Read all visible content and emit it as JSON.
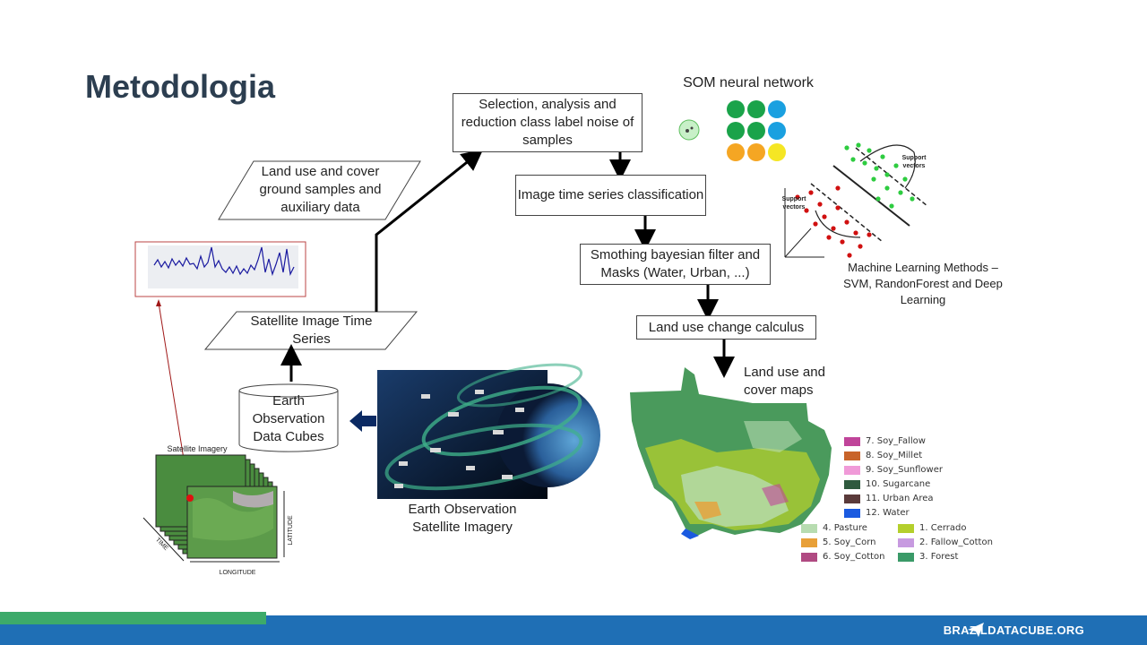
{
  "slide": {
    "title": "Metodologia"
  },
  "boxes": {
    "selection": "Selection, analysis and reduction class label noise of samples",
    "classification": "Image time series classification",
    "smoothing": "Smothing bayesian filter and Masks (Water, Urban, ...)",
    "change": "Land use change calculus",
    "ground_samples": "Land use and cover ground samples and auxiliary data",
    "satellite_ts": "Satellite Image Time Series",
    "cubes": "Earth Observation Data Cubes"
  },
  "labels": {
    "som": "SOM neural network",
    "ml": "Machine Learning Methods – SVM, RandonForest and Deep Learning",
    "maps": "Land use and cover maps",
    "eo_imagery": "Earth Observation Satellite Imagery",
    "satellite_imagery": "Satellite Imagery",
    "time_axis": "TIME",
    "latitude_axis": "LATITUDE",
    "longitude_axis": "LONGITUDE",
    "support_vectors_top": "Support vectors",
    "support_vectors_left": "Support vectors"
  },
  "legend": [
    {
      "label": "7. Soy_Fallow",
      "color": "#c0449a"
    },
    {
      "label": "8. Soy_Millet",
      "color": "#c8642a"
    },
    {
      "label": "9. Soy_Sunflower",
      "color": "#f09ad8"
    },
    {
      "label": "10. Sugarcane",
      "color": "#2f5a3e"
    },
    {
      "label": "11. Urban Area",
      "color": "#5a3a3a"
    },
    {
      "label": "12. Water",
      "color": "#1a5ae0"
    },
    {
      "label": "4. Pasture",
      "color": "#b7dcb0"
    },
    {
      "label": "5. Soy_Corn",
      "color": "#e8a038"
    },
    {
      "label": "6. Soy_Cotton",
      "color": "#b04a82"
    },
    {
      "label": "1. Cerrado",
      "color": "#b4cf2c"
    },
    {
      "label": "2. Fallow_Cotton",
      "color": "#c79ae0"
    },
    {
      "label": "3. Forest",
      "color": "#3a9a68"
    }
  ],
  "som_colors": [
    "#1aa34a",
    "#1aa34a",
    "#1aa0e0",
    "#1aa34a",
    "#1aa34a",
    "#1aa0e0",
    "#f5a623",
    "#f5a623",
    "#f5e624"
  ],
  "footer": {
    "brand": "BRAZILDATACUBE.ORG"
  }
}
